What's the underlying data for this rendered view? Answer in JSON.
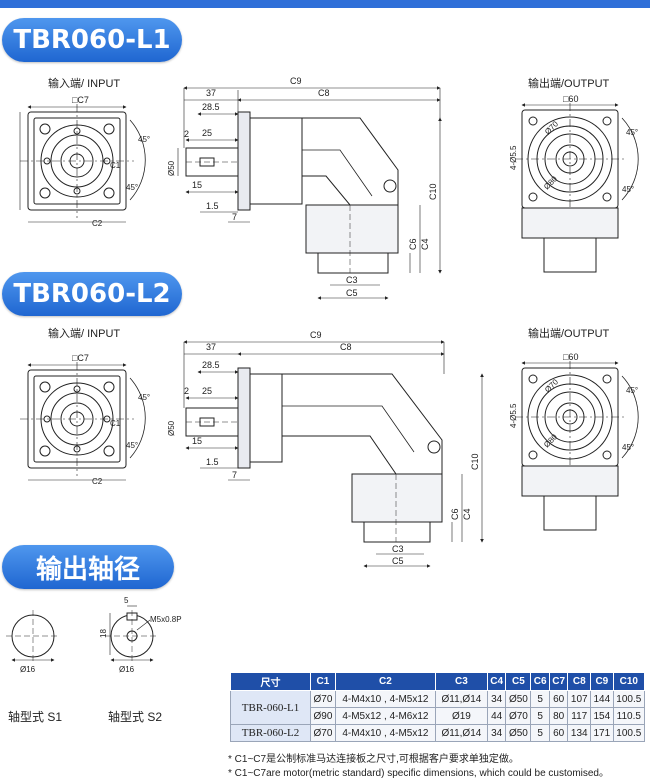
{
  "sections": {
    "l1_title": "TBR060-L1",
    "l2_title": "TBR060-L2",
    "shaft_title": "输出轴径"
  },
  "labels": {
    "input": "输入端/ INPUT",
    "output": "输出端/OUTPUT",
    "shaft_s1": "轴型式  S1",
    "shaft_s2": "轴型式  S2"
  },
  "dims": {
    "c7": "□C7",
    "c60": "□60",
    "c9": "C9",
    "c8": "C8",
    "d37": "37",
    "d28_5": "28.5",
    "d2": "2",
    "d25": "25",
    "d15": "15",
    "d1_5": "1.5",
    "d7": "7",
    "c10": "C10",
    "c6": "C6",
    "c4": "C4",
    "c3": "C3",
    "c5": "C5",
    "c1": "C1",
    "c2": "C2",
    "d45": "45°",
    "d50": "Ø50",
    "d70": "Ø70",
    "d80": "Ø80",
    "m5": "4-Ø5.5",
    "d16": "Ø16",
    "d5": "5",
    "d18": "18",
    "m5x": "M5x0.8P"
  },
  "table": {
    "headers": [
      "尺寸",
      "C1",
      "C2",
      "C3",
      "C4",
      "C5",
      "C6",
      "C7",
      "C8",
      "C9",
      "C10"
    ],
    "rows": [
      {
        "model": "TBR-060-L1",
        "cells": [
          "Ø70",
          "4-M4x10 , 4-M5x12",
          "Ø11,Ø14",
          "34",
          "Ø50",
          "5",
          "60",
          "107",
          "144",
          "100.5"
        ]
      },
      {
        "model": "",
        "cells": [
          "Ø90",
          "4-M5x12 , 4-M6x12",
          "Ø19",
          "44",
          "Ø70",
          "5",
          "80",
          "117",
          "154",
          "110.5"
        ]
      },
      {
        "model": "TBR-060-L2",
        "cells": [
          "Ø70",
          "4-M4x10 , 4-M5x12",
          "Ø11,Ø14",
          "34",
          "Ø50",
          "5",
          "60",
          "134",
          "171",
          "100.5"
        ]
      }
    ]
  },
  "notes": {
    "cn": "* C1~C7是公制标准马达连接板之尺寸,可根据客户要求单独定做。",
    "en": "* C1~C7are motor(metric standard)  specific dimensions, which could be customised。"
  }
}
